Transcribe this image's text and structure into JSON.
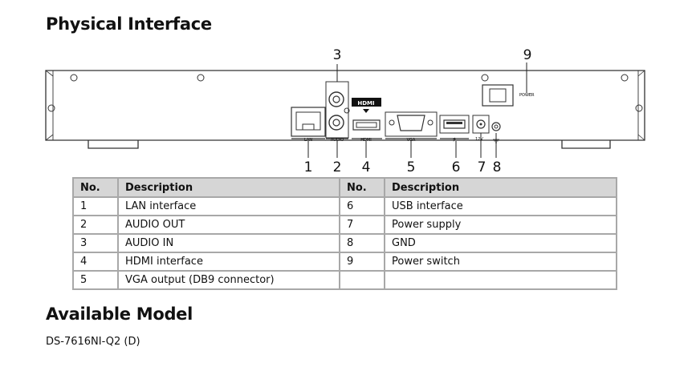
{
  "section_title": "Physical Interface",
  "model_section_title": "Available Model",
  "model_name": "DS-7616NI-Q2 (D)",
  "diagram": {
    "callouts": [
      "1",
      "2",
      "3",
      "4",
      "5",
      "6",
      "7",
      "8",
      "9"
    ],
    "port_labels": {
      "lan": "LAN",
      "audio": "AUDIO",
      "hdmi": "HDMI",
      "vga": "VGA",
      "power_voltage": "12V",
      "power_switch": "POWER",
      "hdmi_logo": "HDMI"
    }
  },
  "table": {
    "headers": [
      "No.",
      "Description",
      "No.",
      "Description"
    ],
    "rows": [
      [
        "1",
        "LAN interface",
        "6",
        "USB interface"
      ],
      [
        "2",
        "AUDIO OUT",
        "7",
        "Power supply"
      ],
      [
        "3",
        "AUDIO IN",
        "8",
        "GND"
      ],
      [
        "4",
        "HDMI interface",
        "9",
        "Power switch"
      ],
      [
        "5",
        "VGA output (DB9 connector)",
        "",
        ""
      ]
    ]
  }
}
